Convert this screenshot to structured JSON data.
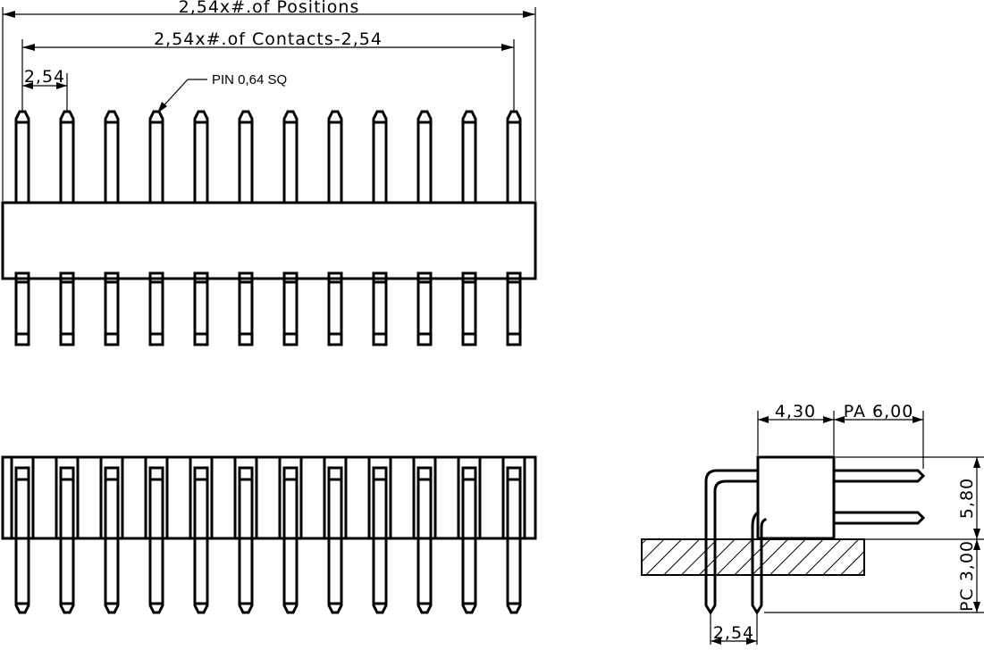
{
  "dimensions": {
    "overall_width": "2,54x#.of Positions",
    "contact_span": "2,54x#.of Contacts-2,54",
    "pitch_top": "2,54",
    "pin_note": "PIN 0,64 SQ",
    "body_depth": "4,30",
    "pin_length_mating": "PA 6,00",
    "body_height": "5,80",
    "pin_length_tail": "PC 3,00",
    "row_pitch": "2,54"
  },
  "drawing": {
    "pin_count": 12,
    "views": [
      "top-view",
      "front-view",
      "side-view"
    ],
    "stroke_color": "#000000",
    "background_color": "#ffffff"
  }
}
